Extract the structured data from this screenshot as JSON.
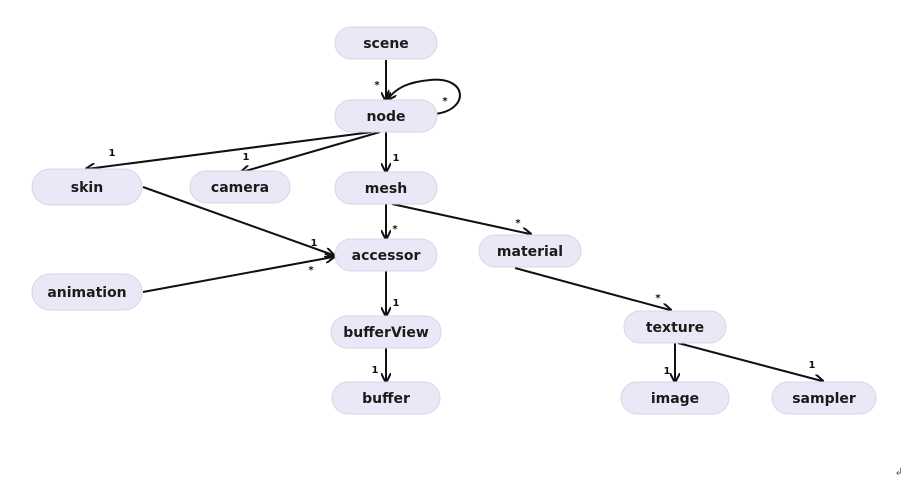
{
  "diagram": {
    "nodes": [
      {
        "id": "scene",
        "label": "scene"
      },
      {
        "id": "node",
        "label": "node"
      },
      {
        "id": "skin",
        "label": "skin"
      },
      {
        "id": "camera",
        "label": "camera"
      },
      {
        "id": "mesh",
        "label": "mesh"
      },
      {
        "id": "accessor",
        "label": "accessor"
      },
      {
        "id": "material",
        "label": "material"
      },
      {
        "id": "animation",
        "label": "animation"
      },
      {
        "id": "bufferView",
        "label": "bufferView"
      },
      {
        "id": "buffer",
        "label": "buffer",
        "fill": "#fde9ea",
        "stroke": "#f3d5d7"
      },
      {
        "id": "texture",
        "label": "texture"
      },
      {
        "id": "image",
        "label": "image",
        "fill": "#f7f48a",
        "stroke": "#e9e46c"
      },
      {
        "id": "sampler",
        "label": "sampler"
      }
    ],
    "edges": [
      {
        "from": "scene",
        "to": "node",
        "label": "*"
      },
      {
        "from": "node",
        "to": "node",
        "label": "*"
      },
      {
        "from": "node",
        "to": "skin",
        "label": "1"
      },
      {
        "from": "node",
        "to": "camera",
        "label": "1"
      },
      {
        "from": "node",
        "to": "mesh",
        "label": "1"
      },
      {
        "from": "mesh",
        "to": "accessor",
        "label": "*"
      },
      {
        "from": "mesh",
        "to": "material",
        "label": "*"
      },
      {
        "from": "skin",
        "to": "accessor",
        "label": "1"
      },
      {
        "from": "animation",
        "to": "accessor",
        "label": "*"
      },
      {
        "from": "accessor",
        "to": "bufferView",
        "label": "1"
      },
      {
        "from": "bufferView",
        "to": "buffer",
        "label": "1"
      },
      {
        "from": "material",
        "to": "texture",
        "label": "*"
      },
      {
        "from": "texture",
        "to": "image",
        "label": "1"
      },
      {
        "from": "texture",
        "to": "sampler",
        "label": "1"
      }
    ]
  },
  "footer": {
    "mark": "↲"
  },
  "style": {
    "node_fill": "#e8e8f6",
    "node_stroke": "#d6d6ea",
    "edge_color": "#111111"
  }
}
